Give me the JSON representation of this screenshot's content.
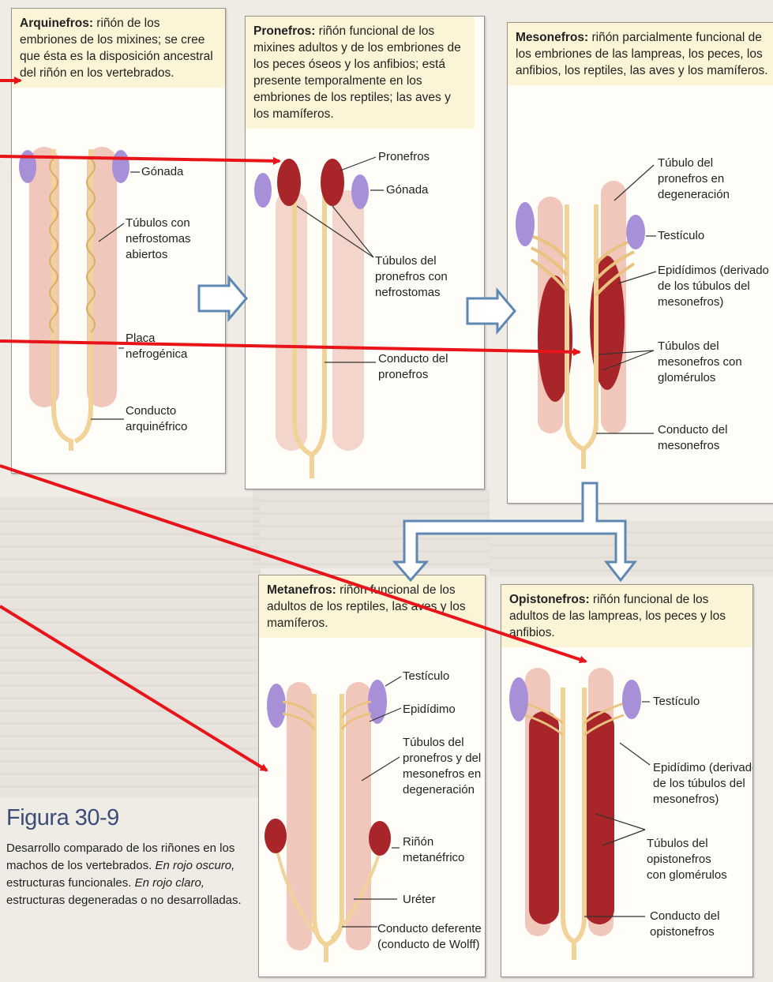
{
  "panels": {
    "arquinefros": {
      "title": "Arquinefros:",
      "desc": " riñón de los embriones de los mixines; se cree que ésta es la disposición ancestral del riñón en los vertebrados.",
      "labels": {
        "gonada": "Gónada",
        "tubulos_1": "Túbulos con",
        "tubulos_2": "nefrostomas",
        "tubulos_3": "abiertos",
        "placa_1": "Placa",
        "placa_2": "nefrogénica",
        "conducto_1": "Conducto",
        "conducto_2": "arquinéfrico"
      }
    },
    "pronefros": {
      "title": "Pronefros:",
      "desc": " riñón funcional de los mixines adultos y de los embriones de los peces óseos y los anfibios; está presente temporalmente en los embriones de los reptiles; las aves y los mamíferos.",
      "labels": {
        "pronefros": "Pronefros",
        "gonada": "Gónada",
        "tubulos_1": "Túbulos del",
        "tubulos_2": "pronefros con",
        "tubulos_3": "nefrostomas",
        "conducto_1": "Conducto del",
        "conducto_2": "pronefros"
      }
    },
    "mesonefros": {
      "title": "Mesonefros:",
      "desc": " riñón parcialmente funcional de los embriones de las lampreas, los peces, los anfibios, los reptiles, las aves y los mamíferos.",
      "labels": {
        "tub_deg_1": "Túbulo del",
        "tub_deg_2": "pronefros en",
        "tub_deg_3": "degeneración",
        "testiculo": "Testículo",
        "epi_1": "Epidídimos (derivado",
        "epi_2": "de los túbulos del",
        "epi_3": "mesonefros)",
        "tub_glom_1": "Túbulos del",
        "tub_glom_2": "mesonefros con",
        "tub_glom_3": "glomérulos",
        "conducto_1": "Conducto del",
        "conducto_2": "mesonefros"
      }
    },
    "metanefros": {
      "title": "Metanefros:",
      "desc": " riñón funcional de los adultos de los reptiles, las aves y los mamíferos.",
      "labels": {
        "testiculo": "Testículo",
        "epididimo": "Epidídimo",
        "tub_1": "Túbulos del",
        "tub_2": "pronefros y del",
        "tub_3": "mesonefros en",
        "tub_4": "degeneración",
        "rinon_1": "Riñón",
        "rinon_2": "metanéfrico",
        "ureter": "Uréter",
        "deferente_1": "Conducto deferente",
        "deferente_2": "(conducto de Wolff)"
      }
    },
    "opistonefros": {
      "title": "Opistonefros:",
      "desc": " riñón funcional de los adultos de las lampreas, los peces y los anfibios.",
      "labels": {
        "testiculo": "Testículo",
        "epi_1": "Epidídimo (derivado",
        "epi_2": "de los túbulos del",
        "epi_3": "mesonefros)",
        "tub_1": "Túbulos del",
        "tub_2": "opistonefros",
        "tub_3": "con glomérulos",
        "conducto_1": "Conducto del",
        "conducto_2": "opistonefros"
      }
    }
  },
  "figure": {
    "title": "Figura 30-9",
    "caption_1": "Desarrollo comparado de los riñones en los machos de los vertebrados. ",
    "caption_2": "En rojo oscuro,",
    "caption_3": " estructuras funcionales. ",
    "caption_4": "En rojo claro,",
    "caption_5": " estructuras degeneradas o no desarrolladas."
  },
  "colors": {
    "annotation_arrow": "#e8141a",
    "dark_red": "#a8262a",
    "light_red": "#f1c6bb",
    "gonad": "#a890d8",
    "duct": "#f1d39a",
    "header_bg": "#fbf4d6",
    "flow_arrow": "#5e88b3",
    "figure_title": "#3c4d78"
  }
}
